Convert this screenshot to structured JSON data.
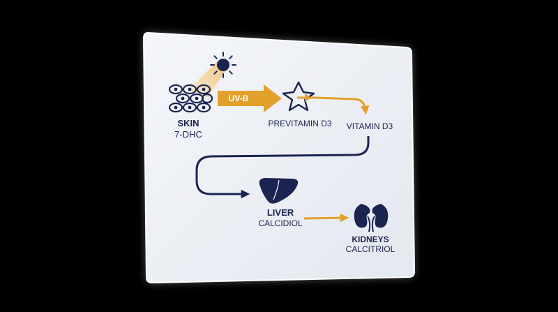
{
  "diagram": {
    "colors": {
      "background": "#000000",
      "panel": "#eef1f6",
      "navy": "#1b2450",
      "orange": "#e3a02a",
      "sunbeam": "#f5cf8e"
    },
    "nodes": {
      "skin": {
        "title": "SKIN",
        "subtitle": "7-DHC",
        "icon": "skin-cells-icon"
      },
      "sun": {
        "icon": "sun-icon"
      },
      "uvb": {
        "label": "UV-B"
      },
      "previtamin": {
        "title": "PREVITAMIN D3",
        "icon": "star-molecule-icon"
      },
      "vitamin": {
        "title": "VITAMIN D3"
      },
      "liver": {
        "title": "LIVER",
        "subtitle": "CALCIDIOL",
        "icon": "liver-icon"
      },
      "kidneys": {
        "title": "KIDNEYS",
        "subtitle": "CALCITRIOL",
        "icon": "kidneys-icon"
      }
    }
  }
}
